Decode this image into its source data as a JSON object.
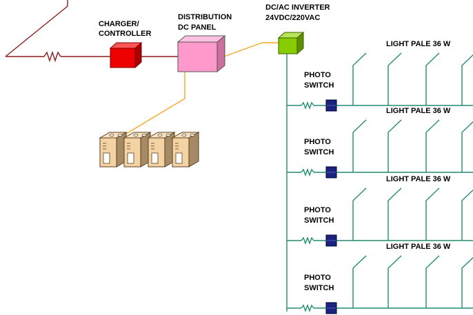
{
  "labels": {
    "charger_line1": "CHARGER/",
    "charger_line2": "CONTROLLER",
    "distribution_line1": "DISTRIBUTION",
    "distribution_line2": "DC PANEL",
    "inverter_line1": "DC/AC INVERTER",
    "inverter_line2": "24VDC/220VAC"
  },
  "branches": [
    {
      "light_label": "LIGHT PALE 36 W",
      "switch_line1": "PHOTO",
      "switch_line2": "SWITCH"
    },
    {
      "light_label": "LIGHT PALE 36 W",
      "switch_line1": "PHOTO",
      "switch_line2": "SWITCH"
    },
    {
      "light_label": "LIGHT PALE 36 W",
      "switch_line1": "PHOTO",
      "switch_line2": "SWITCH"
    },
    {
      "light_label": "LIGHT PALE 36 W",
      "switch_line1": "PHOTO",
      "switch_line2": "SWITCH"
    }
  ],
  "battery_count": 4,
  "lamps_per_branch": 4,
  "colors": {
    "solar_wire": "#8b1a1a",
    "dc_wire": "#f5a623",
    "ac_wire": "#1f8c6e",
    "charger": "#ee0000",
    "distribution_panel": "#ff99cc",
    "inverter": "#88cc00",
    "photo_switch": "#1a237e",
    "battery": "#f3d2a4"
  }
}
